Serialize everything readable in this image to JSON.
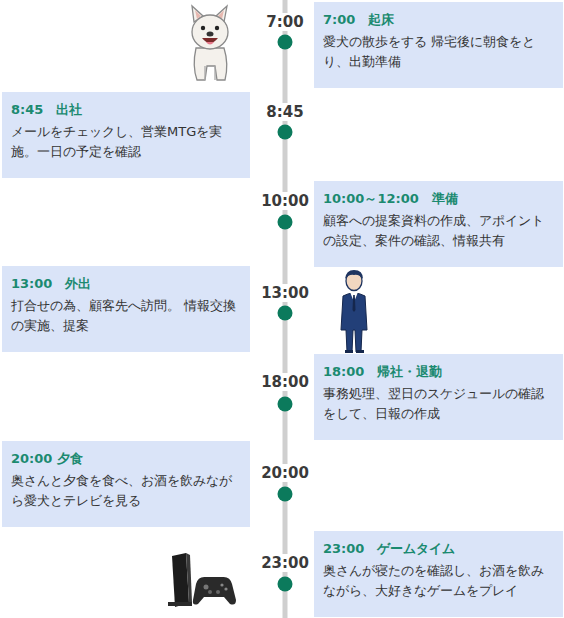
{
  "diagram": {
    "nodes": [
      {
        "text": [
          "7:00　起床",
          "愛犬の散歩をする 帰宅後に朝食をとり、出勤準備"
        ]
      },
      {
        "text": [
          "8:45　出社",
          "メールをチェックし、営業MTGを実施。一日の予定を確認"
        ]
      },
      {
        "text": [
          "10:00～12:00　準備",
          "顧客への提案資料の作成、アポイントの設定、案件の確認、情報共有"
        ]
      },
      {
        "text": [
          "13:00　外出",
          "打合せの為、顧客先へ訪問。 情報交換の実施、提案"
        ]
      },
      {
        "text": [
          "18:00　帰社・退勤",
          "事務処理、翌日のスケジュールの確認をして、日報の作成"
        ]
      },
      {
        "text": [
          "20:00 夕食",
          "奥さんと夕食を食べ、お酒を飲みながら愛犬とテレビを見る"
        ]
      },
      {
        "text": [
          "23:00　ゲームタイム",
          "奥さんが寝たのを確認し、お酒を飲みながら、大好きなゲームをプレイ"
        ]
      }
    ],
    "labels": [
      "7:00",
      "8:45",
      "10:00",
      "13:00",
      "18:00",
      "20:00",
      "23:00"
    ]
  }
}
